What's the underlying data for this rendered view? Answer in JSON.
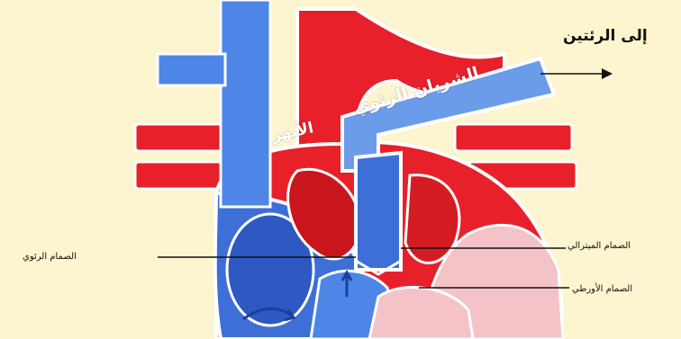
{
  "labels": {
    "to_lungs": "إلى الرئتين",
    "pulmonary_artery": "الشريان الرئوي",
    "aorta": "الأبهر",
    "pulmonary_valve": "الصمام الرئوي",
    "mitral_valve": "الصمام الميترالي",
    "aortic_valve": "الصمام الأورطي"
  },
  "colors": {
    "background": "#fdf5cf",
    "oxygenated": "#e8202a",
    "deoxygenated": "#4d86e6",
    "pericardium": "#f4c3c8"
  }
}
